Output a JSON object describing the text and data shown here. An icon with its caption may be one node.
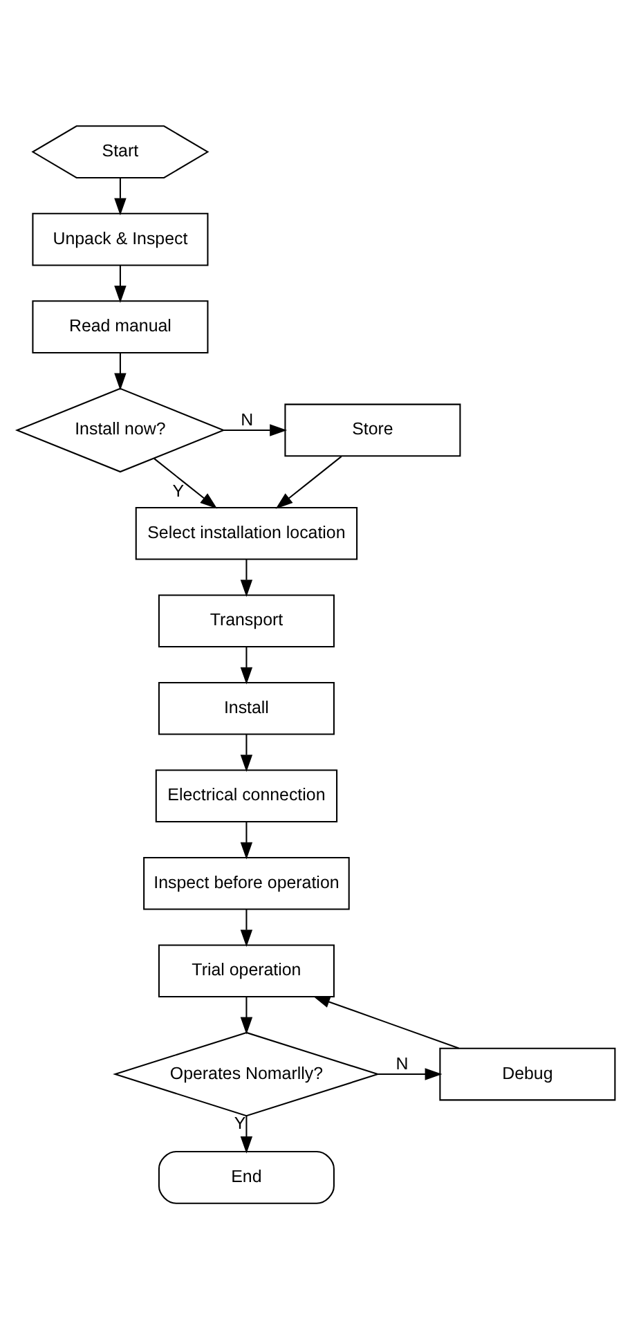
{
  "diagram": {
    "nodes": [
      {
        "text": [
          "Start"
        ]
      },
      {
        "text": [
          "Unpack & Inspect"
        ]
      },
      {
        "text": [
          "Read manual"
        ]
      },
      {
        "text": [
          "Install now?"
        ]
      },
      {
        "text": [
          "Store"
        ]
      },
      {
        "text": [
          "Select installation location"
        ]
      },
      {
        "text": [
          "Transport"
        ]
      },
      {
        "text": [
          "Install"
        ]
      },
      {
        "text": [
          "Electrical connection"
        ]
      },
      {
        "text": [
          "Inspect before operation"
        ]
      },
      {
        "text": [
          "Trial operation"
        ]
      },
      {
        "text": [
          "Operates Nomarlly?"
        ]
      },
      {
        "text": [
          "Debug"
        ]
      },
      {
        "text": [
          "End"
        ]
      }
    ],
    "edges": [
      {
        "from": 0,
        "to": 1,
        "arrow": "to"
      },
      {
        "from": 1,
        "to": 2,
        "arrow": "to"
      },
      {
        "from": 2,
        "to": 3,
        "arrow": "to"
      },
      {
        "from": 3,
        "to": 4,
        "arrow": "to",
        "label": "N"
      },
      {
        "from": 3,
        "to": 5,
        "arrow": "to",
        "label": "Y"
      },
      {
        "from": 4,
        "to": 5,
        "arrow": "to"
      },
      {
        "from": 5,
        "to": 6,
        "arrow": "to"
      },
      {
        "from": 6,
        "to": 7,
        "arrow": "to"
      },
      {
        "from": 7,
        "to": 8,
        "arrow": "to"
      },
      {
        "from": 8,
        "to": 9,
        "arrow": "to"
      },
      {
        "from": 9,
        "to": 10,
        "arrow": "to"
      },
      {
        "from": 10,
        "to": 11,
        "arrow": "to"
      },
      {
        "from": 11,
        "to": 12,
        "arrow": "to",
        "label": "N"
      },
      {
        "from": 12,
        "to": 10,
        "arrow": "to"
      },
      {
        "from": 11,
        "to": 13,
        "arrow": "to",
        "label": "Y"
      }
    ]
  }
}
